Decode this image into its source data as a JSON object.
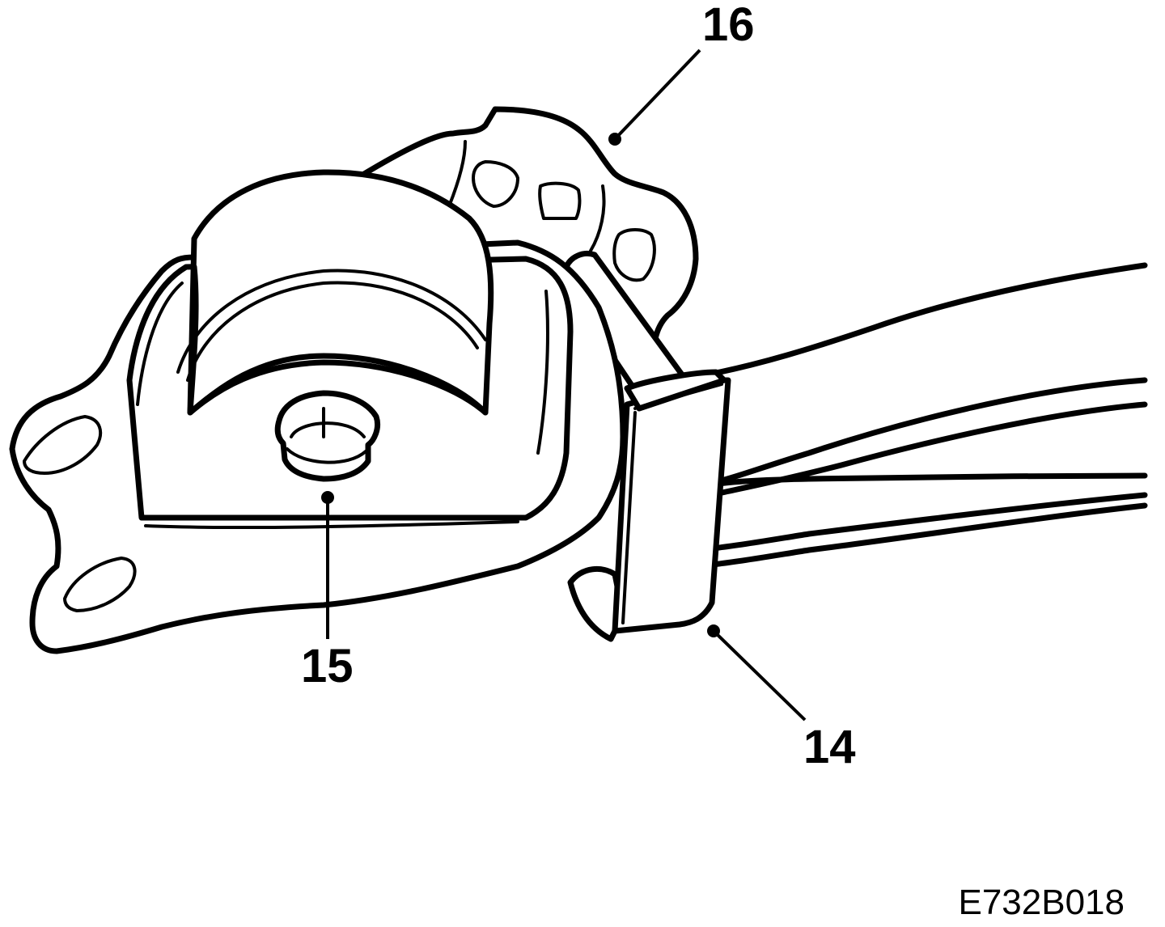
{
  "callouts": {
    "c14": "14",
    "c15": "15",
    "c16": "16"
  },
  "figure_code": "E732B018",
  "colors": {
    "line": "#000000",
    "background": "#ffffff"
  }
}
